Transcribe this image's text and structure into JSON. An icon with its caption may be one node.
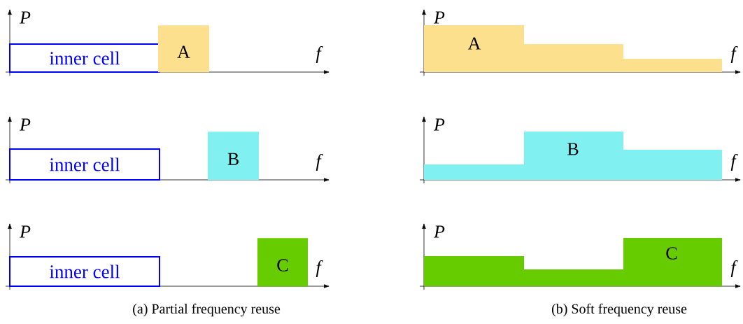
{
  "diagram": {
    "nodes": [
      {
        "text": [
          "inner cell"
        ]
      },
      {
        "text": [
          "A"
        ]
      },
      {
        "text": [
          "inner cell"
        ]
      },
      {
        "text": [
          "B"
        ]
      },
      {
        "text": [
          "inner cell"
        ]
      },
      {
        "text": [
          "C"
        ]
      },
      {
        "text": [
          "A"
        ]
      },
      {
        "text": [
          "B"
        ]
      },
      {
        "text": [
          "C"
        ]
      }
    ],
    "labels": [
      "P",
      "f",
      "P",
      "f",
      "P",
      "f",
      "P",
      "f",
      "P",
      "f",
      "P",
      "f",
      "(a) Partial frequency reuse",
      "(b) Soft frequency reuse"
    ]
  }
}
